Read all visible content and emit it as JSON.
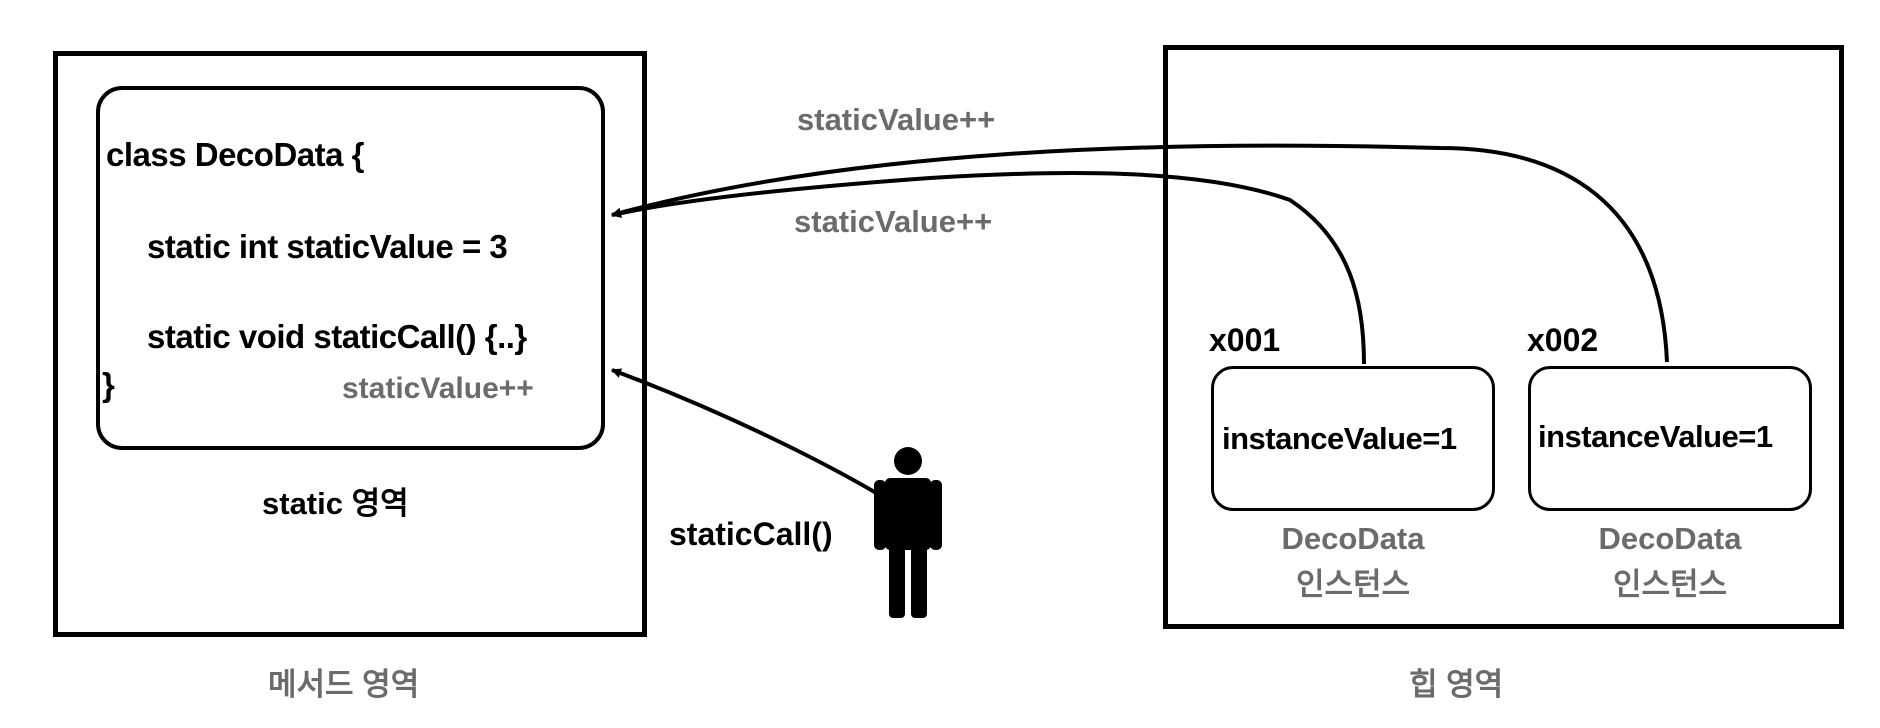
{
  "method_area": {
    "label": "메서드 영역",
    "class_code": {
      "line1": "class DecoData {",
      "line2": "static int staticValue = ",
      "line2_value": "3",
      "line3": "static void staticCall() {..}",
      "line4": "}",
      "inner_note": "staticValue++"
    },
    "static_area_label": "static 영역"
  },
  "heap_area": {
    "label": "힙 영역",
    "instances": [
      {
        "address": "x001",
        "field": "instanceValue=1",
        "caption_line1": "DecoData",
        "caption_line2": "인스턴스"
      },
      {
        "address": "x002",
        "field": "instanceValue=1",
        "caption_line1": "DecoData",
        "caption_line2": "인스턴스"
      }
    ]
  },
  "arrows": {
    "upper_label": "staticValue++",
    "lower_label": "staticValue++",
    "caller_label": "staticCall()"
  },
  "icons": {
    "caller": "person-icon"
  },
  "colors": {
    "line": "#000000",
    "muted_text": "#6b6b6b"
  }
}
